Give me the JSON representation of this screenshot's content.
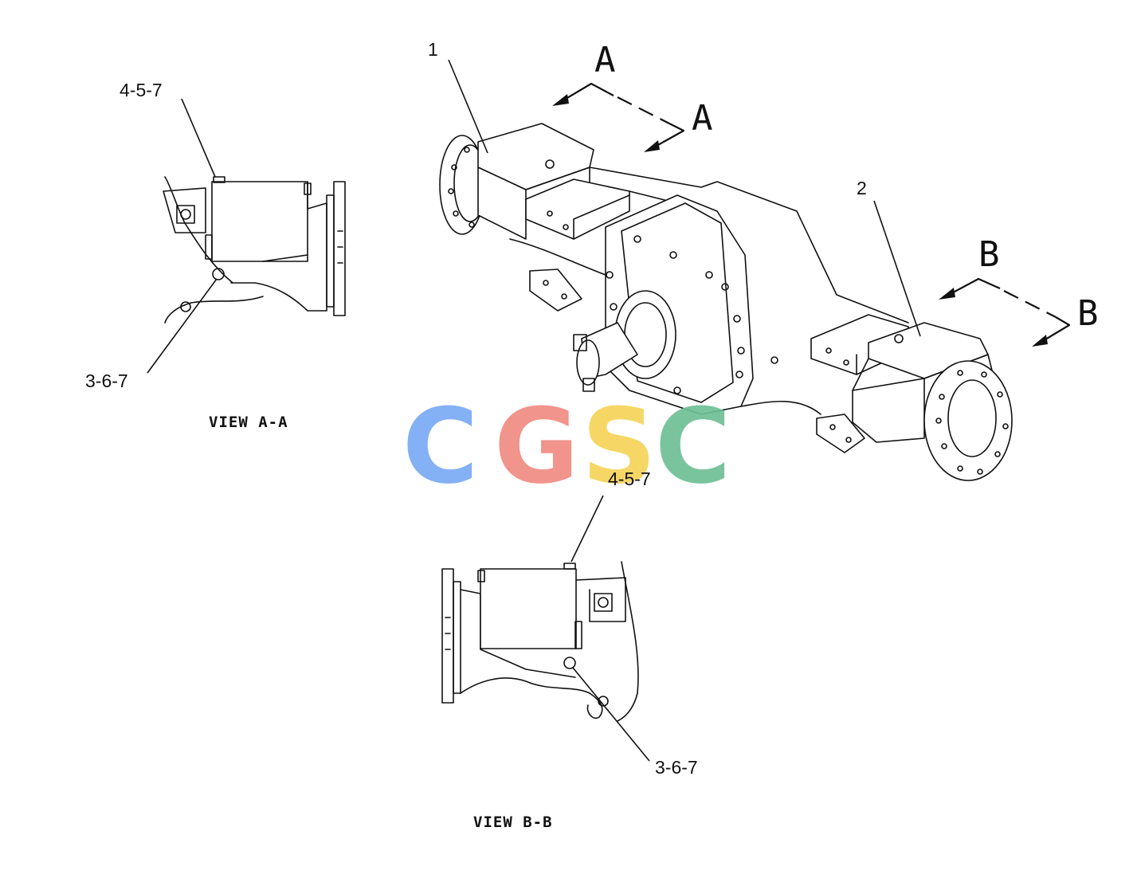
{
  "callouts": {
    "part1": "1",
    "part2": "2",
    "a_top": "4-5-7",
    "a_bottom": "3-6-7",
    "b_top": "4-5-7",
    "b_bottom": "3-6-7"
  },
  "section_marks": {
    "a_left": "A",
    "a_right": "A",
    "b_left": "B",
    "b_right": "B"
  },
  "views": {
    "view_a": "VIEW A-A",
    "view_b": "VIEW B-B"
  },
  "watermark": {
    "letters": [
      "C",
      "G",
      "S",
      "C"
    ],
    "colors": [
      "#7aaaf5",
      "#f08c82",
      "#f6d45a",
      "#6fbf95"
    ]
  }
}
